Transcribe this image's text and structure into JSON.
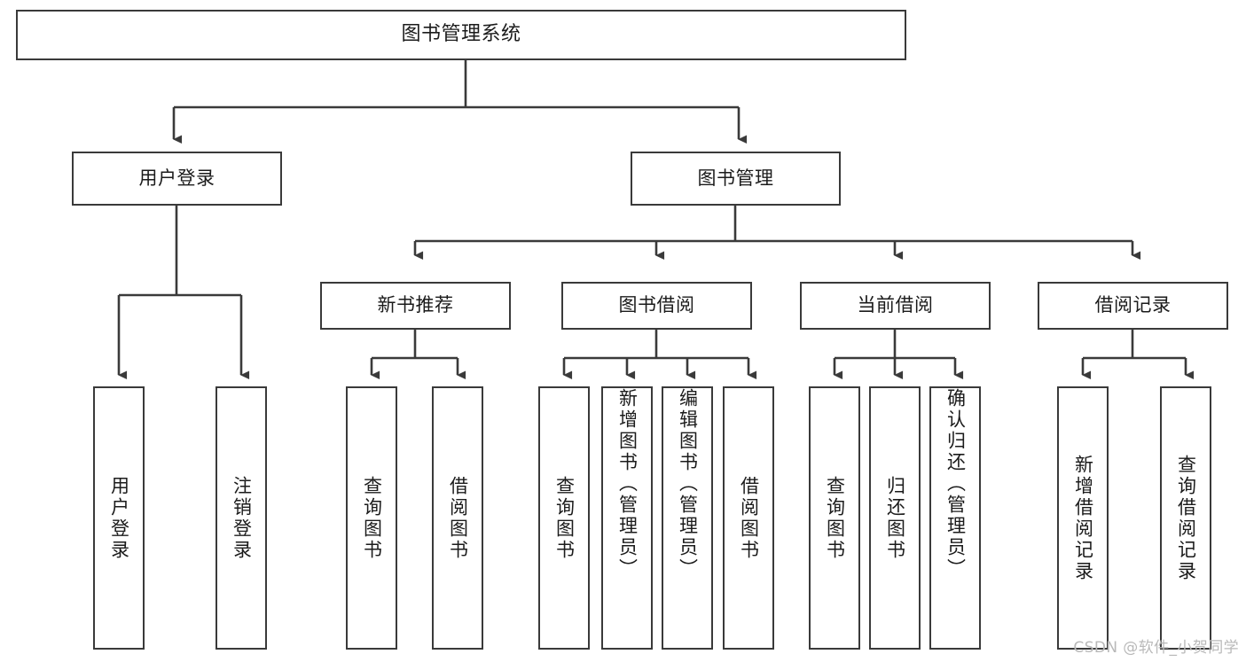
{
  "diagram": {
    "title": "图书管理系统",
    "type": "tree-hierarchy-chart",
    "stroke_color": "#3a3a3a",
    "background_color": "#ffffff",
    "text_color": "#1b1b1b",
    "levels": {
      "level0": {
        "label": "图书管理系统"
      },
      "level1": [
        {
          "label": "用户登录"
        },
        {
          "label": "图书管理"
        }
      ],
      "level2": [
        {
          "label": "新书推荐"
        },
        {
          "label": "图书借阅"
        },
        {
          "label": "当前借阅"
        },
        {
          "label": "借阅记录"
        }
      ],
      "level3": {
        "under_user_login": [
          {
            "label": "用户登录"
          },
          {
            "label": "注销登录"
          }
        ],
        "under_new_book_recommend": [
          {
            "label": "查询图书"
          },
          {
            "label": "借阅图书"
          }
        ],
        "under_book_borrow": [
          {
            "label": "查询图书"
          },
          {
            "label": "新增图书（管理员）"
          },
          {
            "label": "编辑图书（管理员）"
          },
          {
            "label": "借阅图书"
          }
        ],
        "under_current_borrow": [
          {
            "label": "查询图书"
          },
          {
            "label": "归还图书"
          },
          {
            "label": "确认归还（管理员）"
          }
        ],
        "under_borrow_record": [
          {
            "label": "新增借阅记录"
          },
          {
            "label": "查询借阅记录"
          }
        ]
      }
    }
  },
  "watermark": {
    "text": "CSDN @软件_小贺同学"
  }
}
